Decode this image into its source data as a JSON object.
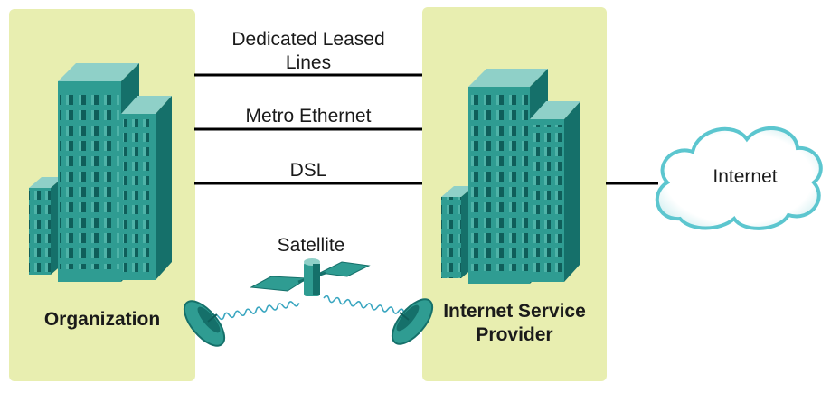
{
  "connections": [
    {
      "label_line1": "Dedicated Leased",
      "label_line2": "Lines"
    },
    {
      "label": "Metro Ethernet"
    },
    {
      "label": "DSL"
    }
  ],
  "satellite": {
    "label": "Satellite"
  },
  "organization": {
    "label": "Organization"
  },
  "isp": {
    "label_line1": "Internet Service",
    "label_line2": "Provider"
  },
  "internet": {
    "label": "Internet"
  },
  "colors": {
    "panel": "#e8eeb0",
    "building_front": "#2f9c92",
    "building_side": "#15706a",
    "building_top": "#8fd0c8",
    "window": "#0f5e5a",
    "cloud_outline": "#5cc6cf",
    "line": "#000000"
  },
  "icons": [
    "building-icon",
    "satellite-icon",
    "satellite-dish-icon",
    "cloud-icon"
  ]
}
